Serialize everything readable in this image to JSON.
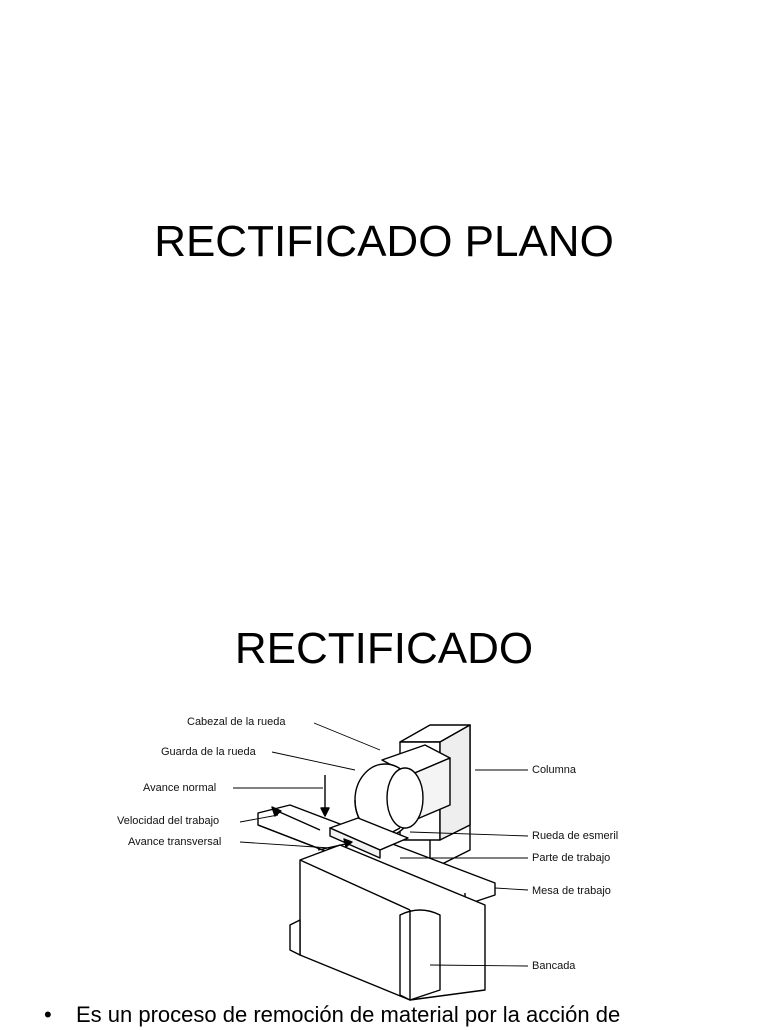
{
  "slide1": {
    "title": "RECTIFICADO PLANO"
  },
  "slide2": {
    "title": "RECTIFICADO",
    "diagram": {
      "labels_left": {
        "cabezal": "Cabezal de la rueda",
        "guarda": "Guarda de la rueda",
        "avance_normal": "Avance normal",
        "velocidad": "Velocidad del trabajo",
        "avance_transversal": "Avance transversal"
      },
      "labels_right": {
        "columna": "Columna",
        "rueda": "Rueda de esmeril",
        "parte": "Parte de trabajo",
        "mesa": "Mesa de trabajo",
        "bancada": "Bancada"
      }
    },
    "bullet": {
      "symbol": "•",
      "text": "Es un proceso de remoción de material por la acción de"
    }
  }
}
